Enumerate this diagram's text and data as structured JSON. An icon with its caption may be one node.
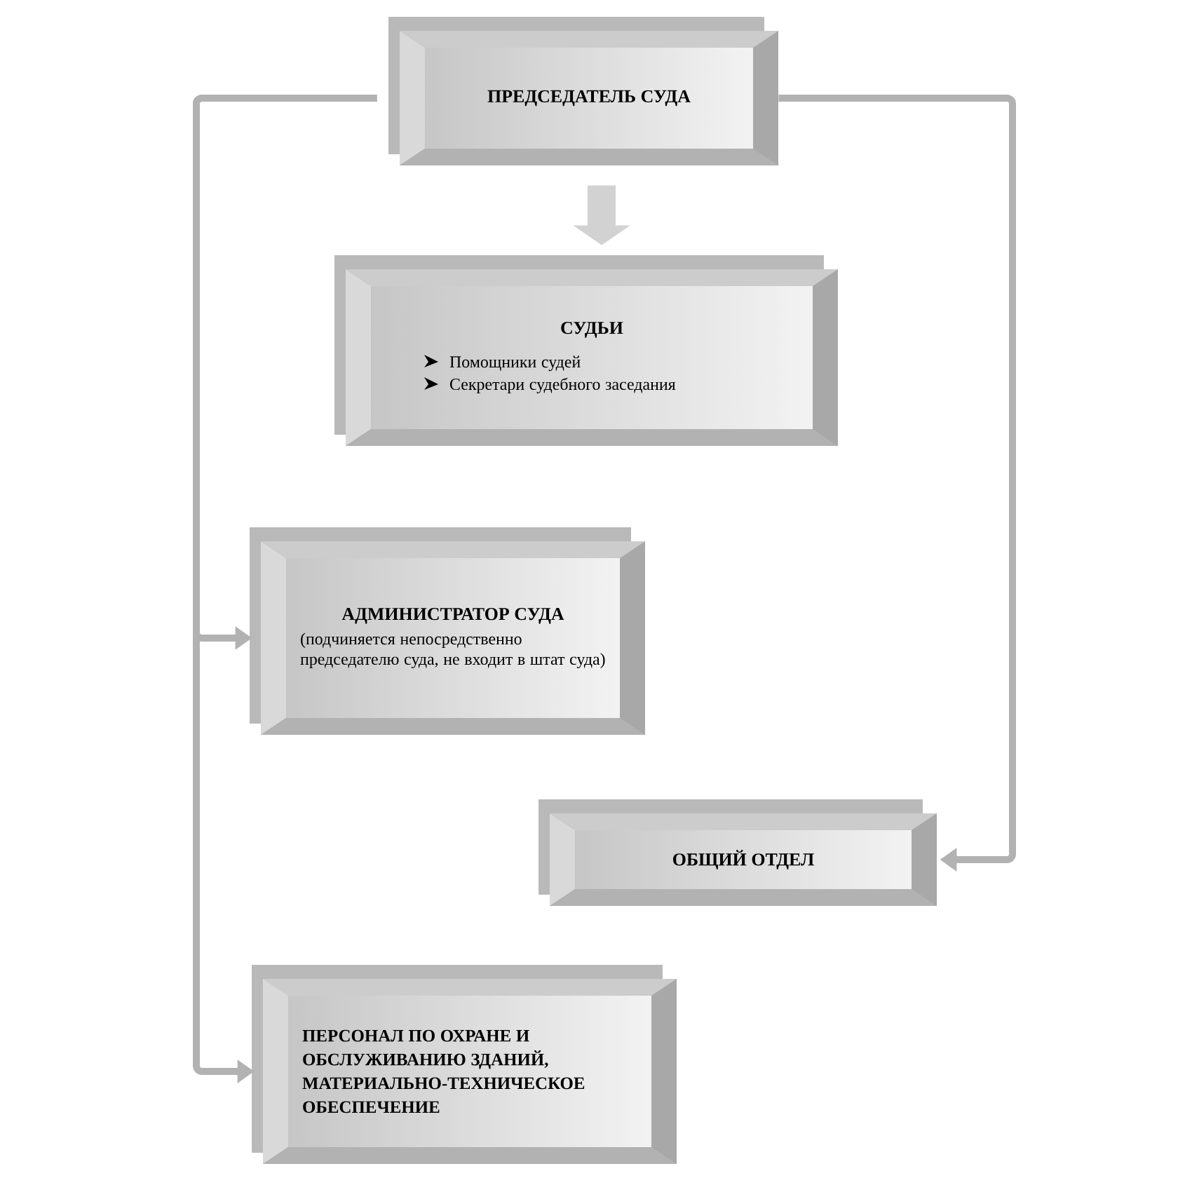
{
  "diagram": {
    "nodes": [
      {
        "text": [
          "ПРЕДСЕДАТЕЛЬ СУДА"
        ]
      },
      {
        "text": [
          "СУДЬИ",
          "Помощники судей",
          "Секретари судебного заседания"
        ]
      },
      {
        "text": [
          "АДМИНИСТРАТОР СУДА",
          "(подчиняется непосредственно председателю суда, не входит в штат суда)"
        ]
      },
      {
        "text": [
          "ОБЩИЙ ОТДЕЛ"
        ]
      },
      {
        "text": [
          "ПЕРСОНАЛ ПО ОХРАНЕ И ОБСЛУЖИВАНИЮ ЗДАНИЙ, МАТЕРИАЛЬНО-ТЕХНИЧЕСКОЕ ОБЕСПЕЧЕНИЕ"
        ]
      }
    ],
    "edges": [
      {
        "from": 0,
        "to": 1,
        "arrow": "to",
        "style": "thick"
      },
      {
        "from": 0,
        "to": 2,
        "arrow": "to"
      },
      {
        "from": 0,
        "to": 3,
        "arrow": "to"
      },
      {
        "from": 0,
        "to": 4,
        "arrow": "to"
      }
    ]
  }
}
